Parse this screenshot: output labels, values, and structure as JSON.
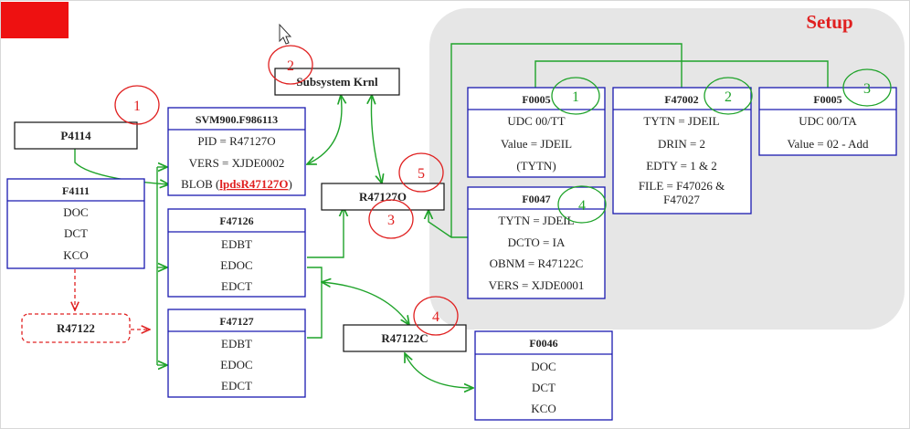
{
  "setup_label": "Setup",
  "nodes": {
    "p4114": "P4114",
    "subsystem": "Subsystem Krnl",
    "r47127o": "R47127O",
    "r47122c": "R47122C",
    "r47122": "R47122"
  },
  "tables": {
    "f4111": {
      "title": "F4111",
      "rows": [
        "DOC",
        "DCT",
        "KCO"
      ]
    },
    "svm": {
      "title": "SVM900.F986113",
      "rows": [
        "PID = R47127O",
        "VERS = XJDE0002"
      ],
      "blob_prefix": "BLOB (",
      "blob_link": "lpdsR47127O",
      "blob_suffix": ")"
    },
    "f47126": {
      "title": "F47126",
      "rows": [
        "EDBT",
        "EDOC",
        "EDCT"
      ]
    },
    "f47127": {
      "title": "F47127",
      "rows": [
        "EDBT",
        "EDOC",
        "EDCT"
      ]
    },
    "f0046": {
      "title": "F0046",
      "rows": [
        "DOC",
        "DCT",
        "KCO"
      ]
    },
    "f0005a": {
      "title": "F0005",
      "rows": [
        "UDC 00/TT",
        "Value = JDEIL",
        "(TYTN)"
      ]
    },
    "f47002": {
      "title": "F47002",
      "rows": [
        "TYTN = JDEIL",
        "DRIN = 2",
        "EDTY = 1 & 2",
        "FILE = F47026 &",
        "F47027"
      ]
    },
    "f0005b": {
      "title": "F0005",
      "rows": [
        "UDC 00/TA",
        "Value = 02 - Add"
      ]
    },
    "f0047": {
      "title": "F0047",
      "rows": [
        "TYTN = JDEIL",
        "DCTO = IA",
        "OBNM = R47122C",
        "VERS = XJDE0001"
      ]
    }
  },
  "markers": {
    "red1": "1",
    "red2": "2",
    "red3": "3",
    "red4": "4",
    "red5": "5",
    "green1": "1",
    "green2": "2",
    "green3": "3",
    "green4": "4"
  },
  "colors": {
    "table_border": "#1a1ab0",
    "arrow_green": "#1fa32a",
    "marker_red": "#e02020",
    "setup_panel": "#e6e6e6",
    "corner_block": "#ee1111"
  },
  "icons": {
    "cursor": "mouse-pointer-icon"
  }
}
